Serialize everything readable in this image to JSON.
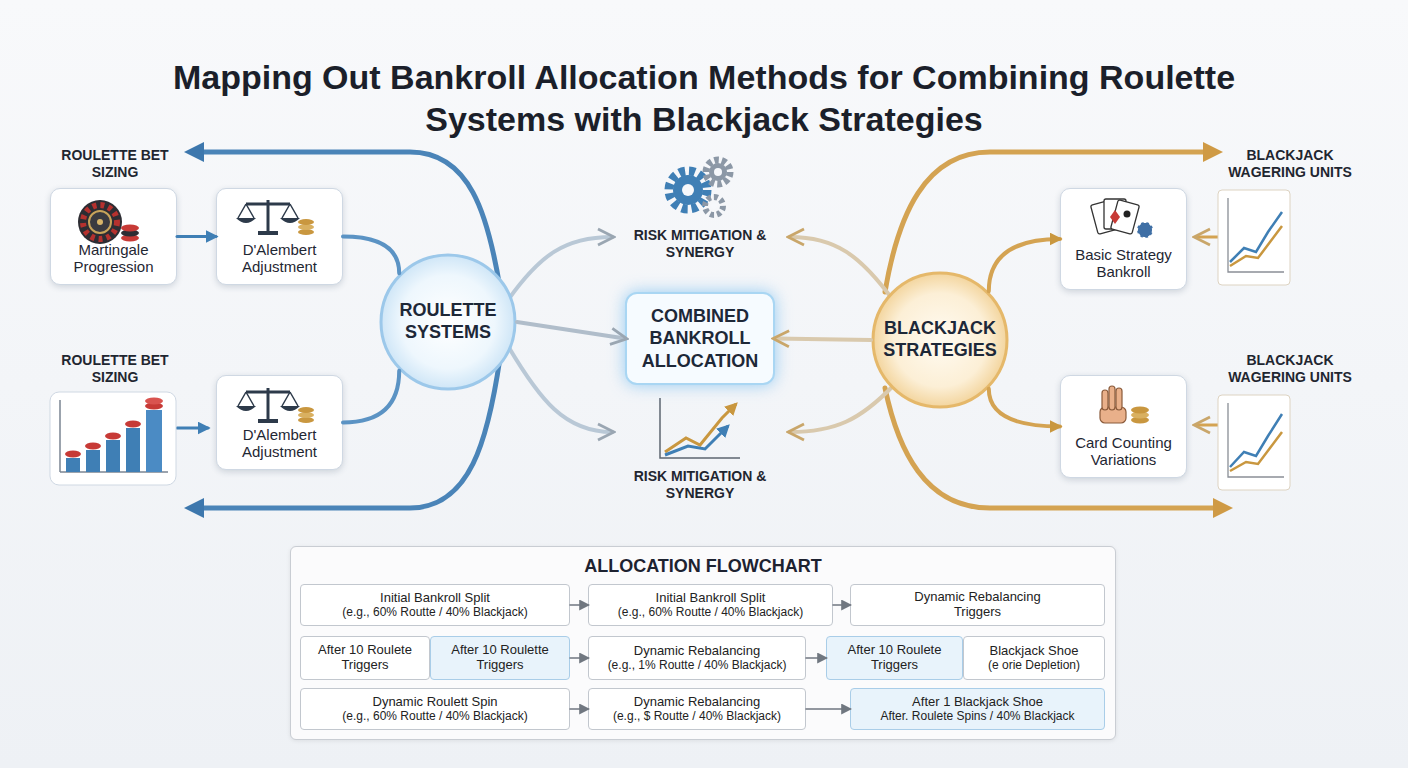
{
  "diagram": {
    "title": "Mapping Out Bankroll Allocation Methods for Combining Roulette Systems with Blackjack Strategies",
    "nodes": [
      {
        "text": [
          "Martingale Progression"
        ]
      },
      {
        "text": [
          "D'Alembert Adjustment"
        ]
      },
      {
        "text": [
          "D'Alembert Adjustment"
        ]
      },
      {
        "text": [
          "ROULETTE SYSTEMS"
        ]
      },
      {
        "text": [
          "COMBINED BANKROLL ALLOCATION"
        ]
      },
      {
        "text": [
          "BLACKJACK STRATEGIES"
        ]
      },
      {
        "text": [
          "Basic Strategy Bankroll"
        ]
      },
      {
        "text": [
          "Card Counting Variations"
        ]
      },
      {
        "text": [
          "ALLOCATION FLOWCHART"
        ]
      },
      {
        "text": [
          "Initial Bankroll Split",
          "(e.g., 60% Routte / 40% Blackjack)"
        ],
        "in": 8
      },
      {
        "text": [
          "Initial Bankroll Split",
          "(e.g., 60% Routte / 40% Blackjack)"
        ],
        "in": 8
      },
      {
        "text": [
          "Dynamic Rebalancing Triggers"
        ],
        "in": 8
      },
      {
        "text": [
          "After 10 Roulete Triggers"
        ],
        "in": 8
      },
      {
        "text": [
          "After 10 Roulette Triggers"
        ],
        "in": 8
      },
      {
        "text": [
          "Dynamic Rebalancing",
          "(e.g., 1% Routte / 40% Blackjack)"
        ],
        "in": 8
      },
      {
        "text": [
          "After 10 Roulete Triggers"
        ],
        "in": 8
      },
      {
        "text": [
          "Blackjack Shoe",
          "(e orie Depletion)"
        ],
        "in": 8
      },
      {
        "text": [
          "Dynamic Roulett Spin",
          "(e.g., 60% Routte / 40% Blackjack)"
        ],
        "in": 8
      },
      {
        "text": [
          "Dynamic Rebalancing",
          "(e.g., $ Routte / 40% Blackjack)"
        ],
        "in": 8
      },
      {
        "text": [
          "After 1 Blackjack Shoe",
          "After. Roulete Spins / 40% Blackjack"
        ],
        "in": 8
      }
    ],
    "edges": [
      {
        "from": 0,
        "to": 1,
        "arrow": "to"
      },
      {
        "from": 1,
        "to": 3,
        "arrow": "none"
      },
      {
        "from": 2,
        "to": 3,
        "arrow": "none"
      },
      {
        "from": 3,
        "to": 4,
        "arrow": "to"
      },
      {
        "from": 5,
        "to": 4,
        "arrow": "to"
      },
      {
        "from": 5,
        "to": 6,
        "arrow": "to"
      },
      {
        "from": 5,
        "to": 7,
        "arrow": "to"
      },
      {
        "from": 9,
        "to": 10,
        "arrow": "to"
      },
      {
        "from": 10,
        "to": 11,
        "arrow": "to"
      },
      {
        "from": 13,
        "to": 14,
        "arrow": "to"
      },
      {
        "from": 14,
        "to": 15,
        "arrow": "to"
      },
      {
        "from": 17,
        "to": 18,
        "arrow": "to"
      },
      {
        "from": 18,
        "to": 19,
        "arrow": "to"
      }
    ],
    "labels": [
      "ROULETTE BET SIZING",
      "ROULETTE BET SIZING",
      "BLACKJACK WAGERING UNITS",
      "BLACKJACK WAGERING UNITS",
      "RISK MITIGATION & SYNERGY",
      "RISK MITIGATION & SYNERGY"
    ]
  }
}
